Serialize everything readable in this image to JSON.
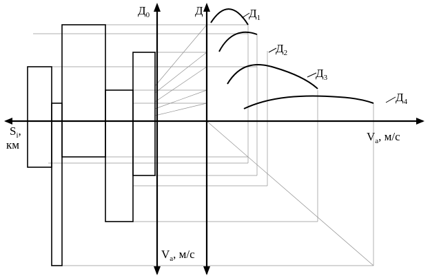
{
  "labels": {
    "d0": "Д",
    "d0_sub": "0",
    "d": "Д",
    "d1": "Д",
    "d1_sub": "1",
    "d2": "Д",
    "d2_sub": "2",
    "d3": "Д",
    "d3_sub": "3",
    "d4": "Д",
    "d4_sub": "4",
    "si": "S",
    "si_sub": "i",
    "si_comma": ",",
    "km": "км",
    "va_right": "V",
    "va_right_sub": "a",
    "va_right_unit": ", м/с",
    "va_bottom": "V",
    "va_bottom_sub": "a",
    "va_bottom_unit": ", м/с"
  }
}
